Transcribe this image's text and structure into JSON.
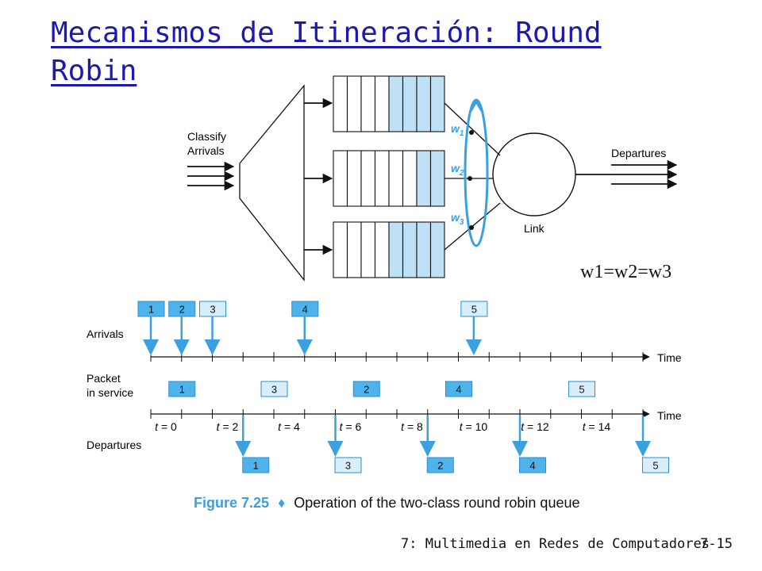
{
  "slide": {
    "title": "Mecanismos de Itineración: Round Robin",
    "footer_course": "7: Multimedia en Redes de Computadores",
    "footer_page": "7-15"
  },
  "queue_diagram": {
    "classify_label_1": "Classify",
    "classify_label_2": "Arrivals",
    "departures_label": "Departures",
    "link_label": "Link",
    "weights": [
      {
        "letter": "w",
        "sub": "1"
      },
      {
        "letter": "w",
        "sub": "2"
      },
      {
        "letter": "w",
        "sub": "3"
      }
    ],
    "queues": [
      {
        "filled_slots": 4,
        "total_slots": 8
      },
      {
        "filled_slots": 2,
        "total_slots": 8
      },
      {
        "filled_slots": 4,
        "total_slots": 8
      }
    ],
    "weight_note": "w1=w2=w3"
  },
  "timeline": {
    "arrivals_label": "Arrivals",
    "service_label_1": "Packet",
    "service_label_2": "in service",
    "departures_label": "Departures",
    "time_label": "Time",
    "t_prefix": "t",
    "tick_labels": [
      "0",
      "2",
      "4",
      "6",
      "8",
      "10",
      "12",
      "14"
    ],
    "arrivals": [
      {
        "label": "1",
        "class": "dark",
        "t": 0
      },
      {
        "label": "2",
        "class": "dark",
        "t": 1
      },
      {
        "label": "3",
        "class": "light",
        "t": 2
      },
      {
        "label": "4",
        "class": "dark",
        "t": 5
      },
      {
        "label": "5",
        "class": "light",
        "t": 10.5
      }
    ],
    "in_service": [
      {
        "label": "1",
        "class": "dark",
        "t": 1
      },
      {
        "label": "3",
        "class": "light",
        "t": 4
      },
      {
        "label": "2",
        "class": "dark",
        "t": 7
      },
      {
        "label": "4",
        "class": "dark",
        "t": 10
      },
      {
        "label": "5",
        "class": "light",
        "t": 14
      }
    ],
    "departures": [
      {
        "label": "1",
        "class": "dark",
        "t": 3
      },
      {
        "label": "3",
        "class": "light",
        "t": 6
      },
      {
        "label": "2",
        "class": "dark",
        "t": 9
      },
      {
        "label": "4",
        "class": "dark",
        "t": 12
      },
      {
        "label": "5",
        "class": "light",
        "t": 16
      }
    ]
  },
  "figure": {
    "caption_number": "Figure 7.25",
    "caption_symbol": "♦",
    "caption_text": "Operation of the two-class round robin queue"
  },
  "colors": {
    "title": "#1a1ab0",
    "accent_blue": "#3aa0e0",
    "queue_fill": "#bfe1f6",
    "packet_dark": "#4db3ea",
    "packet_light": "#d9eefb"
  }
}
